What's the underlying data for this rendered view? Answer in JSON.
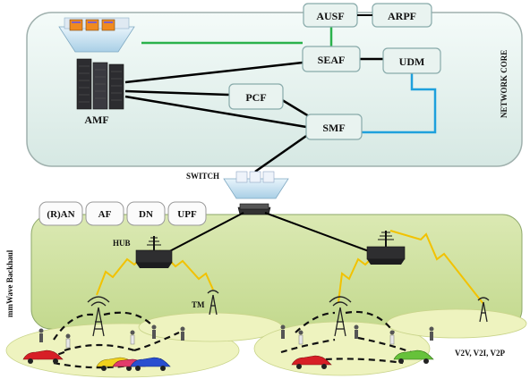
{
  "network_core": {
    "label": "NETWORK CORE",
    "nodes": {
      "ausf": "AUSF",
      "arpf": "ARPF",
      "seaf": "SEAF",
      "udm": "UDM",
      "pcf": "PCF",
      "smf": "SMF",
      "amf": "AMF"
    }
  },
  "switch_label": "SWITCH",
  "backhaul_label": "mmWave Backhaul",
  "top_boxes": [
    "(R)AN",
    "AF",
    "DN",
    "UPF"
  ],
  "hub_label": "HUB",
  "tm_label": "TM",
  "v2x_label": "V2V, V2I, V2P",
  "colors": {
    "core_bg": "#dfeeea",
    "backhaul_bg": "#cfe0a0",
    "ellipse": "#eef3bf",
    "green_link": "#2bb24c",
    "blue_link": "#1ea0dc",
    "black_link": "#000000",
    "mmwave_link": "#f2c200"
  }
}
